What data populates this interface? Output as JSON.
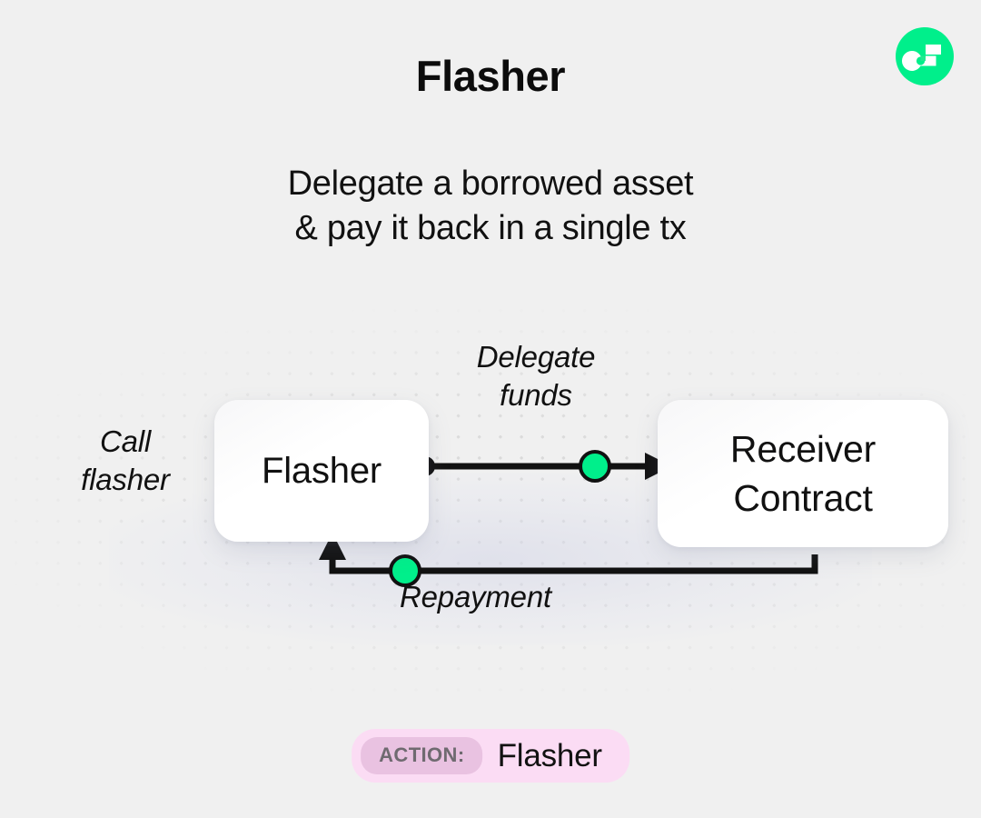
{
  "brand": {
    "logo_icon": "flow-logo-icon",
    "logo_color": "#00ef8b"
  },
  "header": {
    "title": "Flasher",
    "subtitle_line1": "Delegate a borrowed asset",
    "subtitle_line2": "& pay it back in a single tx"
  },
  "diagram": {
    "nodes": [
      {
        "id": "flasher",
        "label": "Flasher"
      },
      {
        "id": "receiver",
        "label_line1": "Receiver",
        "label_line2": "Contract"
      }
    ],
    "labels": {
      "call_line1": "Call",
      "call_line2": "flasher",
      "delegate_line1": "Delegate",
      "delegate_line2": "funds",
      "repayment": "Repayment"
    },
    "edge_accent_color": "#00ef8b",
    "edge_line_color": "#111111"
  },
  "footer": {
    "action_key": "ACTION:",
    "action_value": "Flasher",
    "badge_color": "#fbdcf4",
    "badge_key_color": "#e9c2e1"
  }
}
